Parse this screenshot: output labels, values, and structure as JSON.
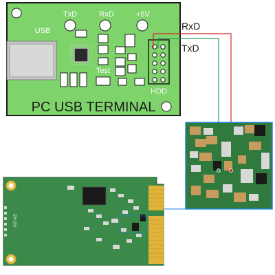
{
  "board": {
    "title": "PC USB TERMINAL",
    "usb_label": "USB",
    "txd_label": "TxD",
    "rxd_label": "RxD",
    "v5_label": "+5V",
    "test_label": "Test",
    "hdd_label": "HDD"
  },
  "wires": {
    "rxd_label": "RxD",
    "txd_label": "TxD",
    "rxd_color": "#d62828",
    "txd_color": "#2e9e4f",
    "callout_color": "#1e88e5"
  },
  "ssd": {
    "silk_text": "MZ-M5"
  }
}
